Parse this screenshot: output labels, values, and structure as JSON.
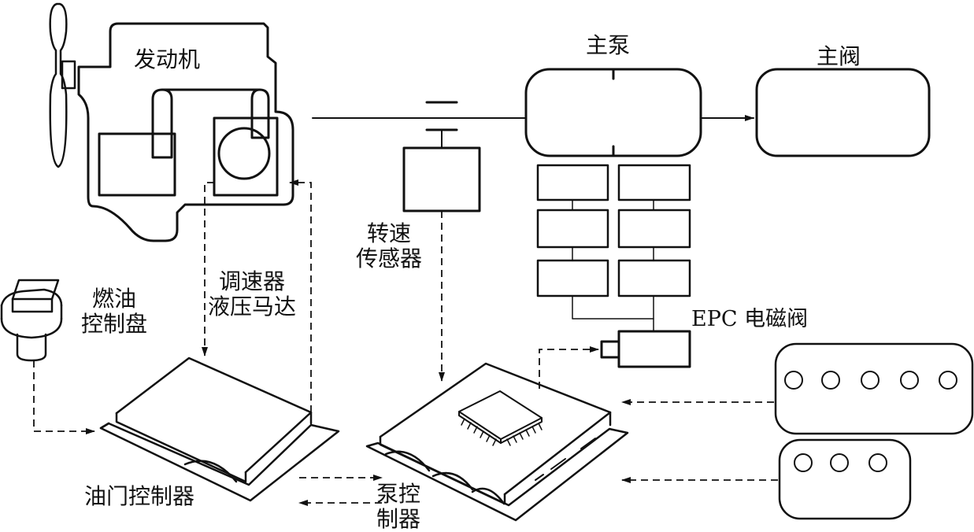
{
  "labels": {
    "engine": "发动机",
    "main_pump": "主泵",
    "main_valve": "主阀",
    "speed_sensor_1": "转速",
    "speed_sensor_2": "传感器",
    "fuel_dial_1": "燃油",
    "fuel_dial_2": "控制盘",
    "governor_motor_1": "调速器",
    "governor_motor_2": "液压马达",
    "epc_valve": "EPC 电磁阀",
    "throttle_controller": "油门控制器",
    "pump_controller_1": "泵控",
    "pump_controller_2": "制器"
  },
  "colors": {
    "line": "#111111",
    "fill": "#ffffff"
  },
  "panel_a": {
    "indicator_count": 5
  },
  "panel_b": {
    "indicator_count": 3
  }
}
